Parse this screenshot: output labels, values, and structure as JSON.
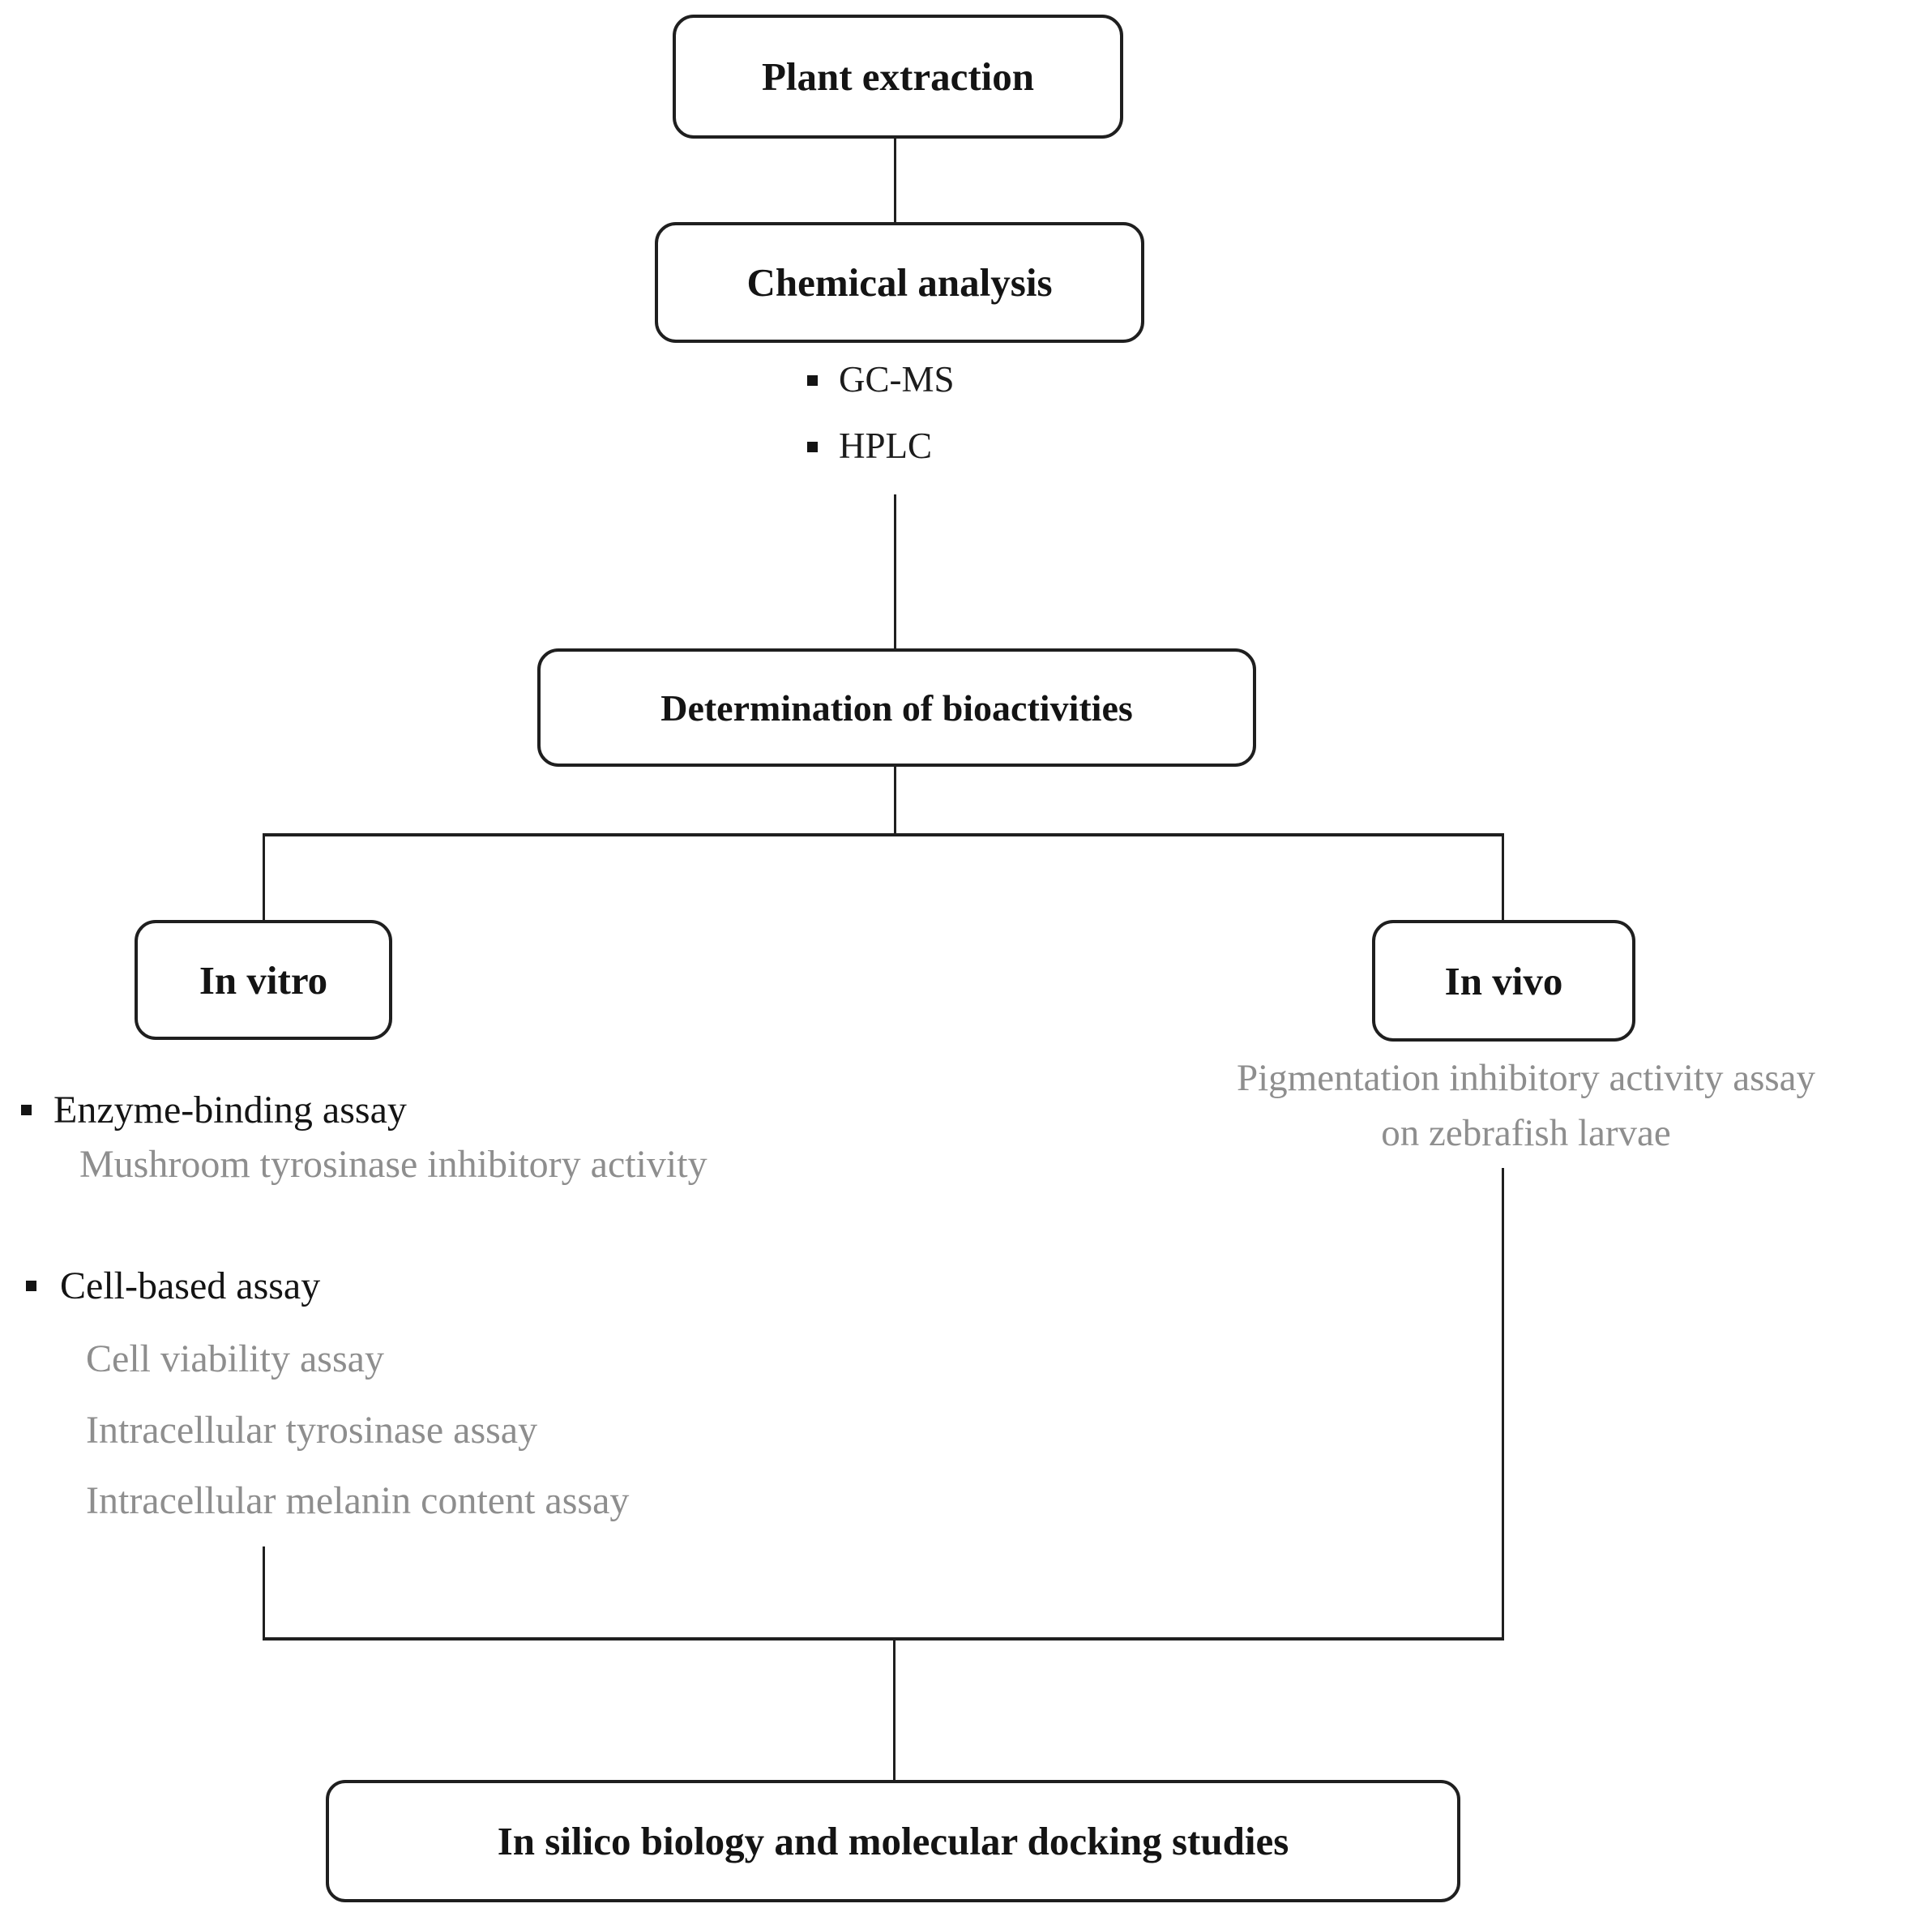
{
  "nodes": {
    "plant_extraction": "Plant extraction",
    "chemical_analysis": "Chemical analysis",
    "determination": "Determination of bioactivities",
    "in_vitro": "In vitro",
    "in_vivo": "In vivo",
    "in_silico": "In silico biology and molecular docking studies"
  },
  "chemical_methods": [
    {
      "label": "GC-MS"
    },
    {
      "label": "HPLC"
    }
  ],
  "in_vitro_section": {
    "items": [
      {
        "label": "Enzyme-binding assay",
        "style": "primary-bullet"
      },
      {
        "label": "Mushroom tyrosinase inhibitory activity",
        "style": "secondary"
      },
      {
        "label": "Cell-based assay",
        "style": "primary-bullet"
      },
      {
        "label": "Cell viability assay",
        "style": "secondary"
      },
      {
        "label": "Intracellular tyrosinase assay",
        "style": "secondary"
      },
      {
        "label": "Intracellular melanin content assay",
        "style": "secondary"
      }
    ]
  },
  "in_vivo_section": {
    "lines": [
      "Pigmentation inhibitory activity assay",
      "on zebrafish larvae"
    ]
  },
  "colors": {
    "stroke": "#1f1f1f",
    "primary_text": "#141414",
    "secondary_text": "#8e8e8e",
    "box_fill": "#ffffff",
    "background": "#ffffff"
  }
}
